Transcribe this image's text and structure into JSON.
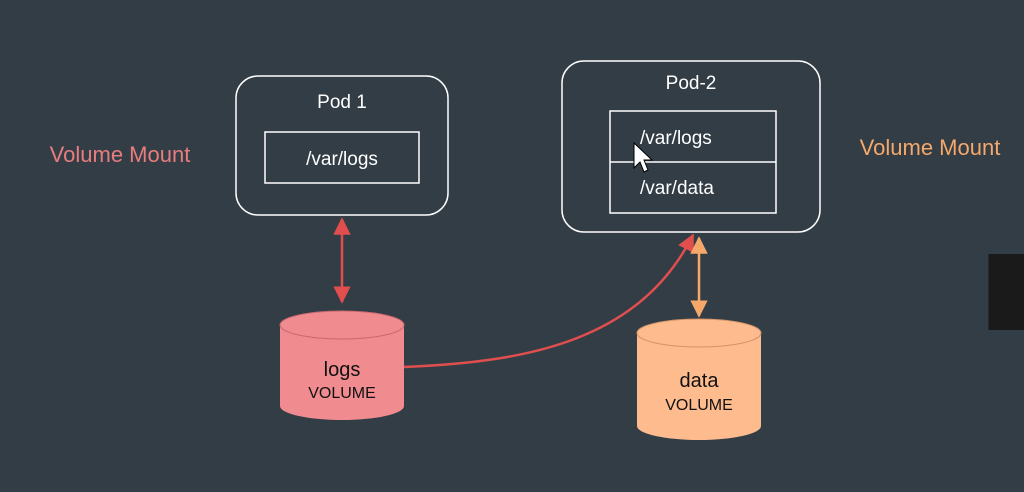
{
  "colors": {
    "background": "#323d46",
    "volume_mount_left": "#e87d7d",
    "volume_mount_right": "#f5a86a",
    "logs_volume_fill": "#f08b8f",
    "data_volume_fill": "#fdbb8e",
    "logs_connector": "#e04e4e",
    "data_connector": "#f5a86a",
    "outline": "#ffffff"
  },
  "labels": {
    "volume_mount_left": "Volume Mount",
    "volume_mount_right": "Volume Mount"
  },
  "pod1": {
    "title": "Pod 1",
    "mounts": [
      "/var/logs"
    ]
  },
  "pod2": {
    "title": "Pod-2",
    "mounts": [
      "/var/logs",
      "/var/data"
    ]
  },
  "volumes": {
    "logs": {
      "name": "logs",
      "type": "VOLUME"
    },
    "data": {
      "name": "data",
      "type": "VOLUME"
    }
  }
}
